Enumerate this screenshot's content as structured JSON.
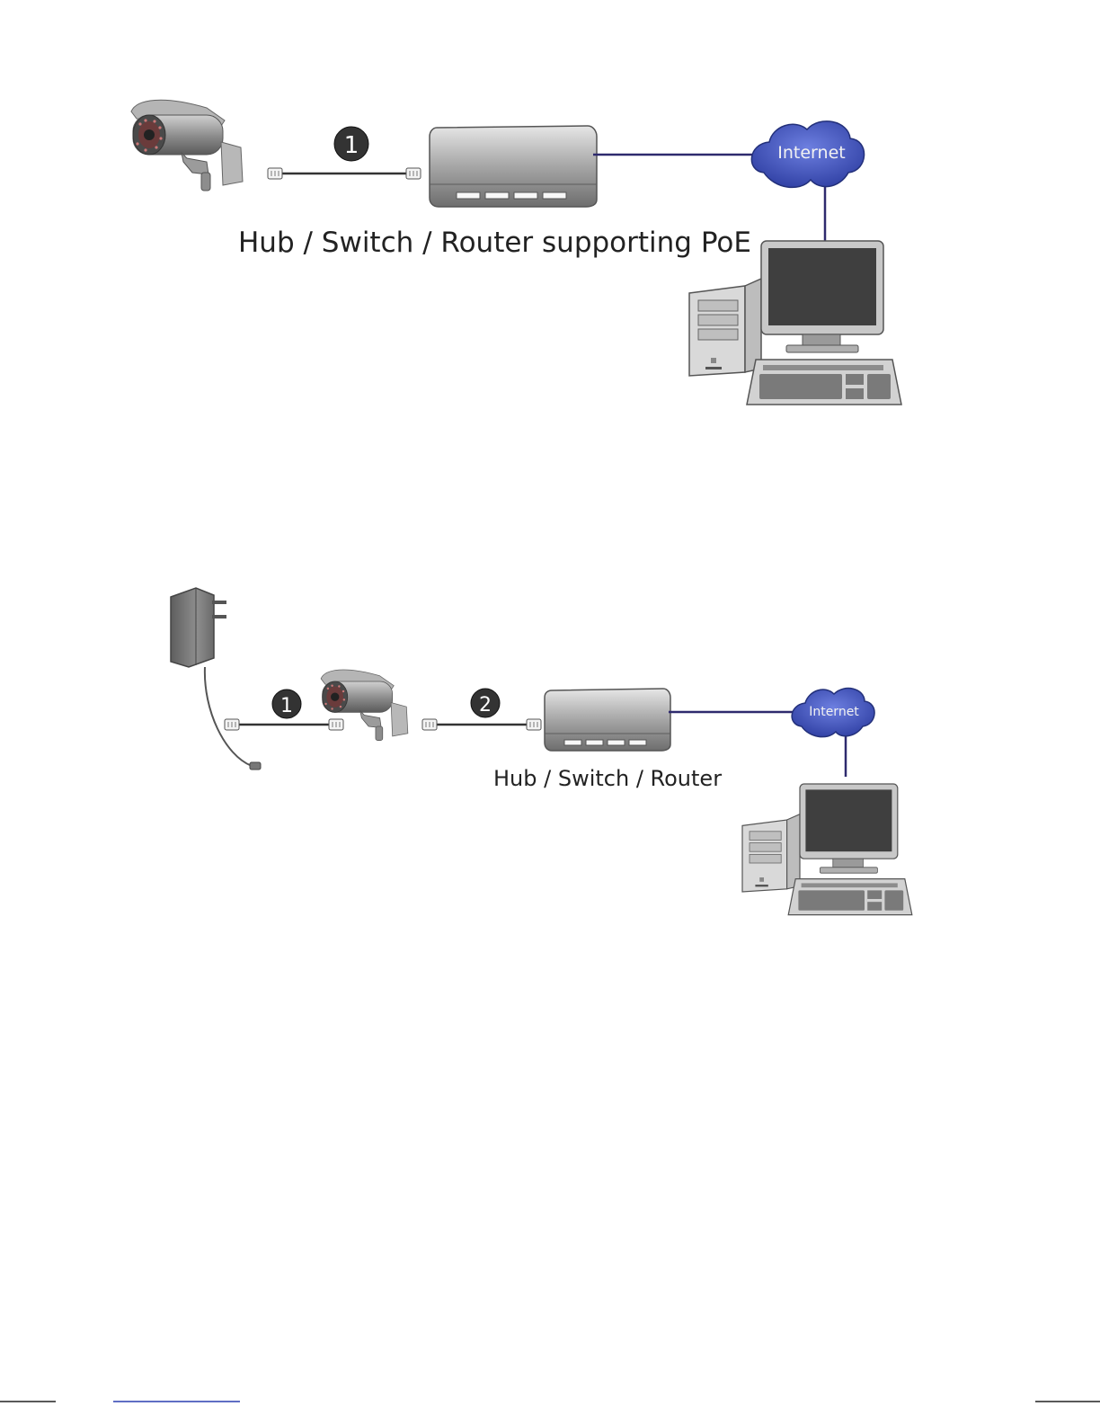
{
  "diagram_poe": {
    "step_1": "1",
    "cloud_label": "Internet",
    "device_label": "Hub / Switch / Router supporting PoE"
  },
  "diagram_adapter": {
    "step_1": "1",
    "step_2": "2",
    "cloud_label": "Internet",
    "device_label": "Hub / Switch / Router"
  },
  "colors": {
    "network_line": "#2e2a6e",
    "cloud": "#3b4db0",
    "device_body": "#9a9a9a",
    "badge": "#333333"
  },
  "icons": [
    "ip-camera-icon",
    "rj45-connector-icon",
    "router-icon",
    "cloud-icon",
    "desktop-computer-icon",
    "power-adapter-icon"
  ]
}
